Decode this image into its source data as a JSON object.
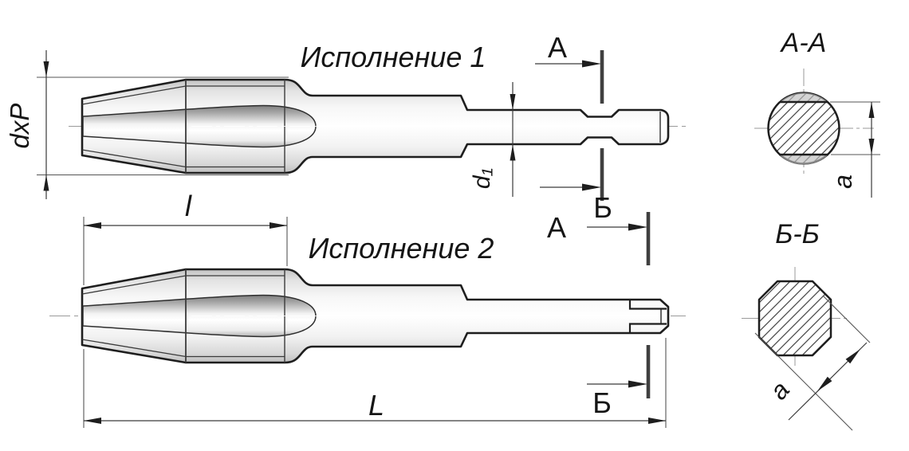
{
  "drawing": {
    "version1_title": "Исполнение 1",
    "version2_title": "Исполнение 2",
    "section_a_mark_top": "А",
    "section_a_mark_bottom": "А",
    "section_b_mark_top": "Б",
    "section_b_mark_bottom": "Б",
    "section_aa_title": "А-А",
    "section_bb_title": "Б-Б",
    "dim_thread_designation": "dxP",
    "dim_shank_diameter": "d₁",
    "dim_thread_length": "l",
    "dim_overall_length": "L",
    "dim_across_flats": "a",
    "dim_square_side": "a",
    "colors": {
      "outline": "#1e1e1e",
      "thin_line": "#3a3a3a",
      "centerline": "#9a9a9a",
      "section_bar": "#404040",
      "hatch": "#4a4a4a"
    }
  }
}
